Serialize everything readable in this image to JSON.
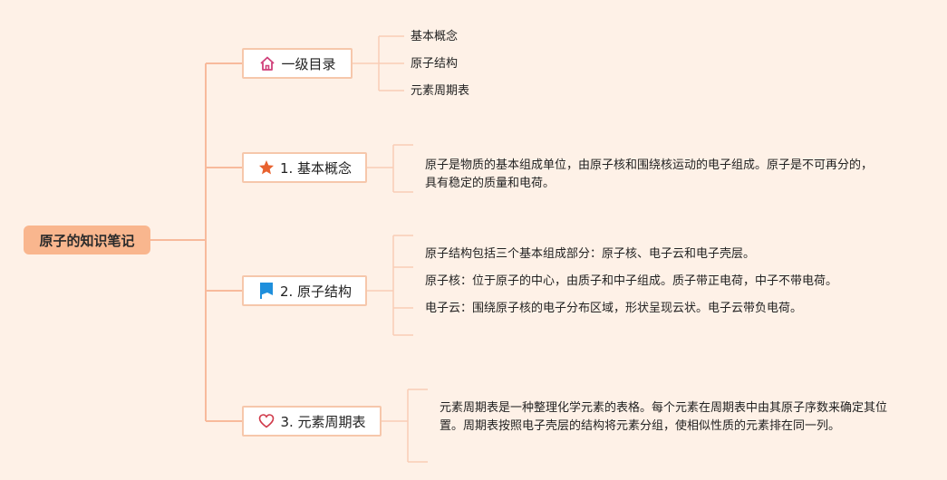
{
  "root": {
    "label": "原子的知识笔记"
  },
  "colors": {
    "background": "#fef1e7",
    "root_fill": "#f9b68e",
    "line": "#f8ba9c",
    "branch_border": "#f6c7ab"
  },
  "branches": [
    {
      "label": "一级目录",
      "icon": "home-icon",
      "items": [
        "基本概念",
        "原子结构",
        "元素周期表"
      ]
    },
    {
      "label": "1. 基本概念",
      "icon": "star-icon",
      "items": [
        "原子是物质的基本组成单位，由原子核和围绕核运动的电子组成。原子是不可再分的，具有稳定的质量和电荷。"
      ]
    },
    {
      "label": "2. 原子结构",
      "icon": "flag-icon",
      "items": [
        "原子结构包括三个基本组成部分：原子核、电子云和电子壳层。",
        "原子核：位于原子的中心，由质子和中子组成。质子带正电荷，中子不带电荷。",
        "电子云：围绕原子核的电子分布区域，形状呈现云状。电子云带负电荷。"
      ]
    },
    {
      "label": "3. 元素周期表",
      "icon": "heart-icon",
      "items": [
        "元素周期表是一种整理化学元素的表格。每个元素在周期表中由其原子序数来确定其位置。周期表按照电子壳层的结构将元素分组，使相似性质的元素排在同一列。"
      ]
    }
  ]
}
